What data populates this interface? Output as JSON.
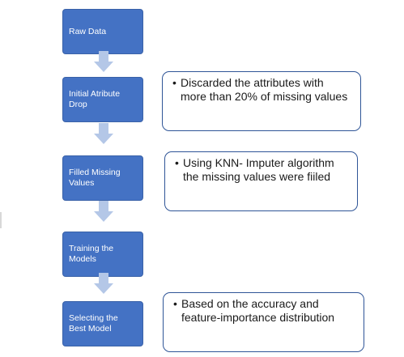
{
  "steps": [
    {
      "label": "Raw Data"
    },
    {
      "label": "Initial Atribute Drop"
    },
    {
      "label": "Filled Missing Values"
    },
    {
      "label": "Training the Models"
    },
    {
      "label": "Selecting the Best Model"
    }
  ],
  "notes": [
    {
      "bullet": "•",
      "text": "Discarded the attributes with more than 20% of missing values"
    },
    {
      "bullet": "•",
      "text": "Using KNN- Imputer algorithm the missing values were fiiled"
    },
    {
      "bullet": "•",
      "text": "Based on the accuracy and feature-importance distribution"
    }
  ],
  "colors": {
    "step_fill": "#4472c4",
    "arrow_fill": "#b4c7e7",
    "note_border": "#2f5597"
  }
}
